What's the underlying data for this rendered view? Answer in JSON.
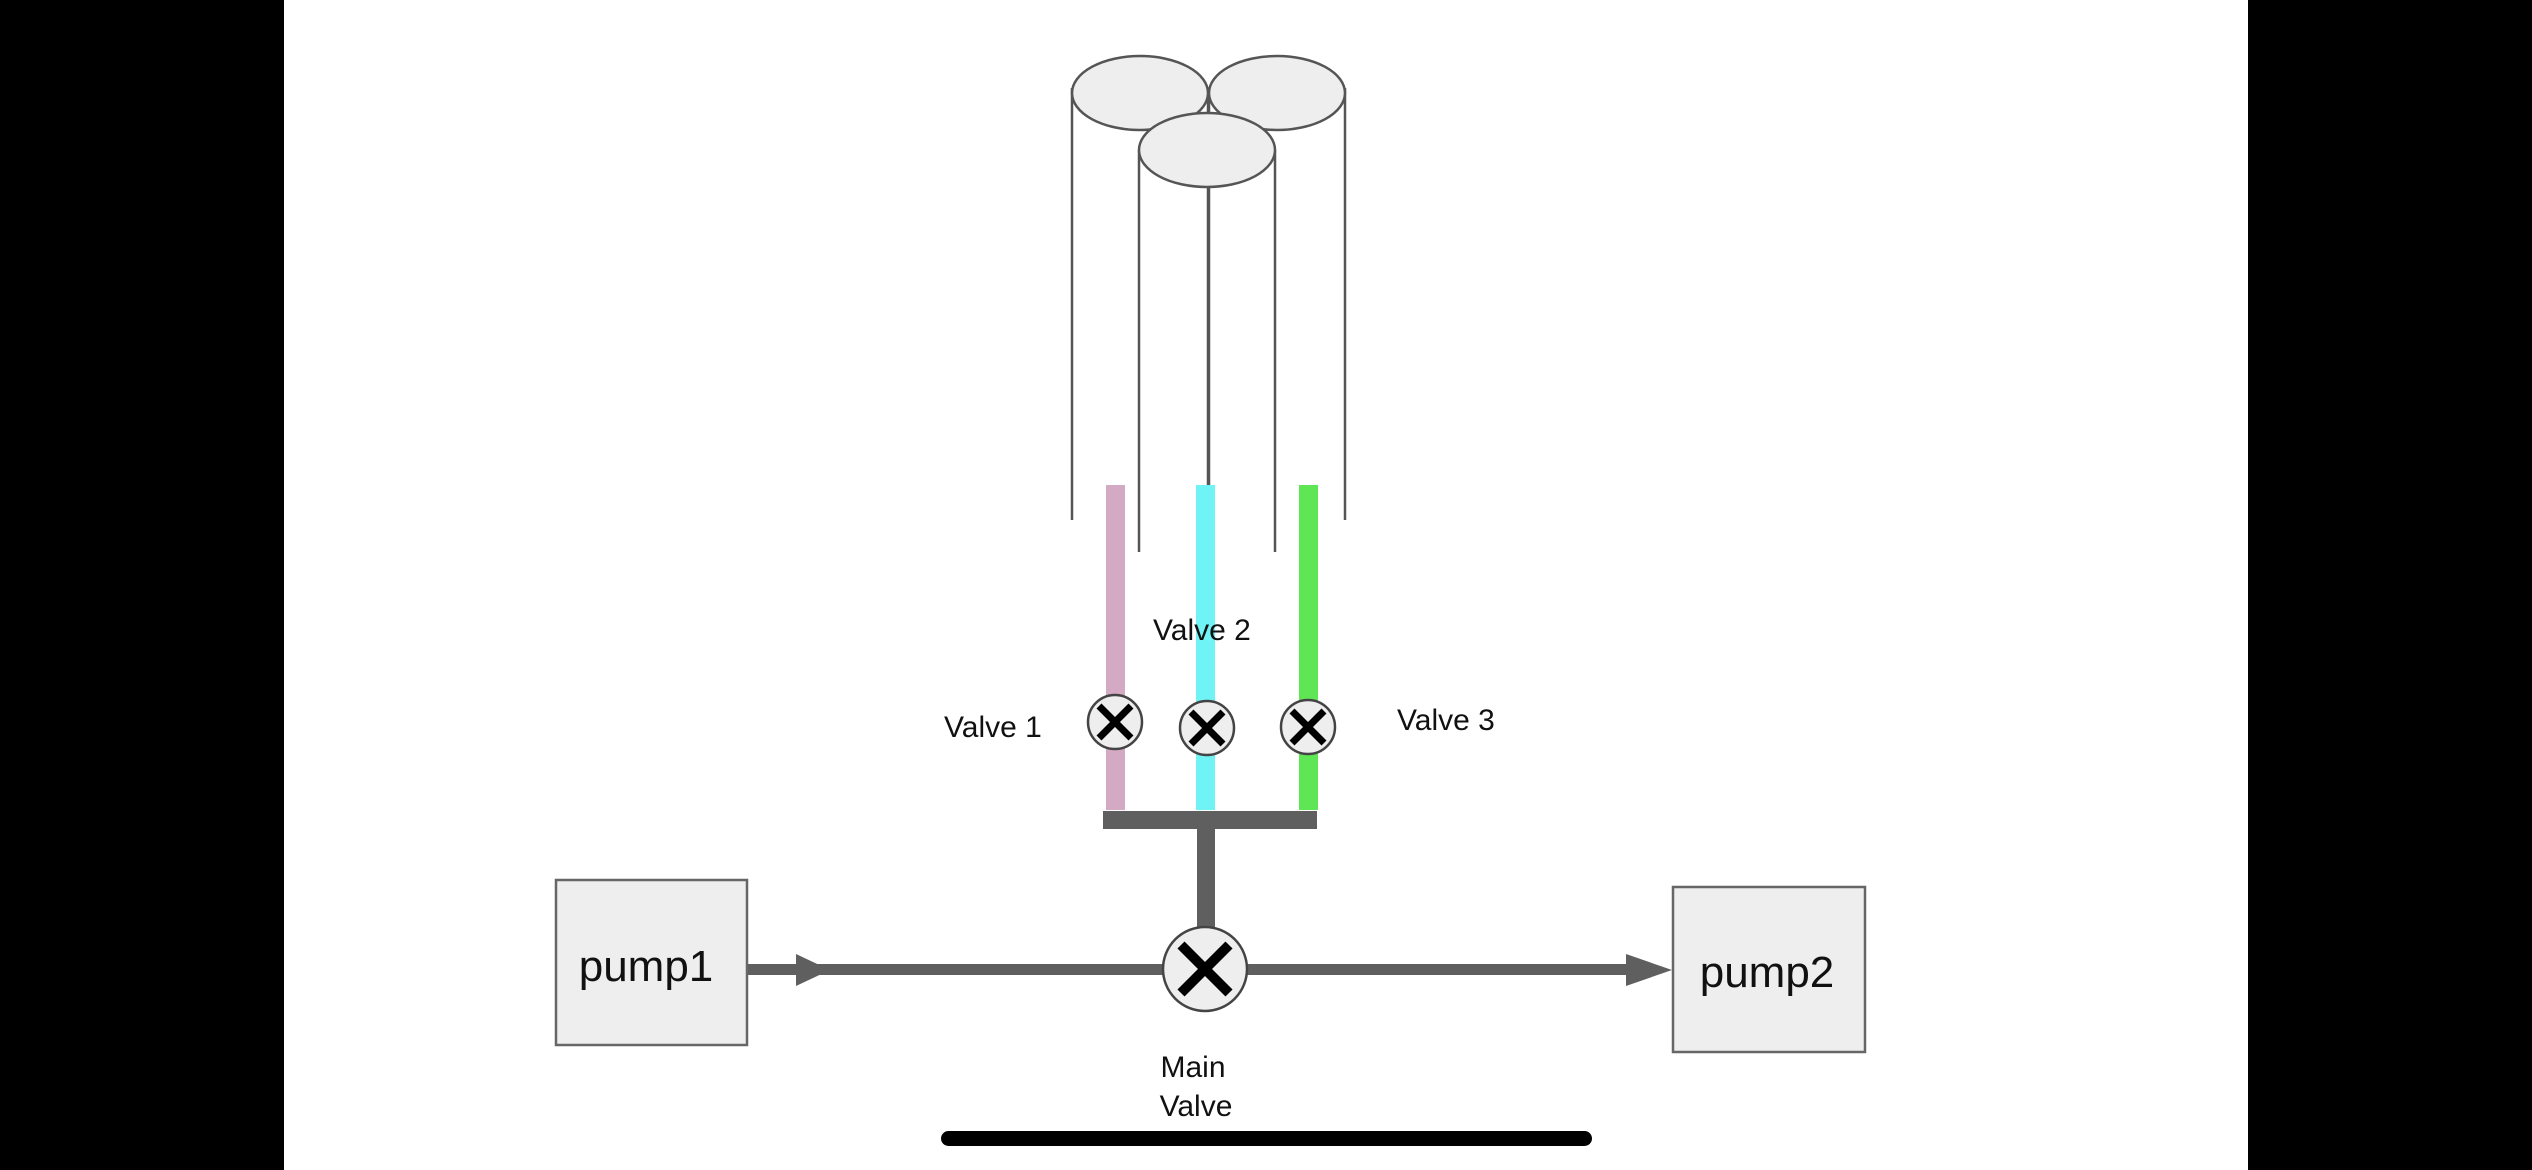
{
  "diagram": {
    "labels": {
      "valve1": "Valve 1",
      "valve2": "Valve 2",
      "valve3": "Valve 3",
      "main_valve_line1": "Main",
      "main_valve_line2": "Valve",
      "pump1": "pump1",
      "pump2": "pump2"
    },
    "colors": {
      "background": "#ffffff",
      "letterbox": "#000000",
      "tank_fill": "#eeeeee",
      "tank_stroke": "#555555",
      "pipe_gray": "#5f5f5f",
      "line1": "#d4a9c4",
      "line2": "#6ff3f5",
      "line3": "#5fe655",
      "pump_fill": "#eeeeee",
      "pump_stroke": "#666666",
      "home_indicator": "#000000"
    }
  }
}
